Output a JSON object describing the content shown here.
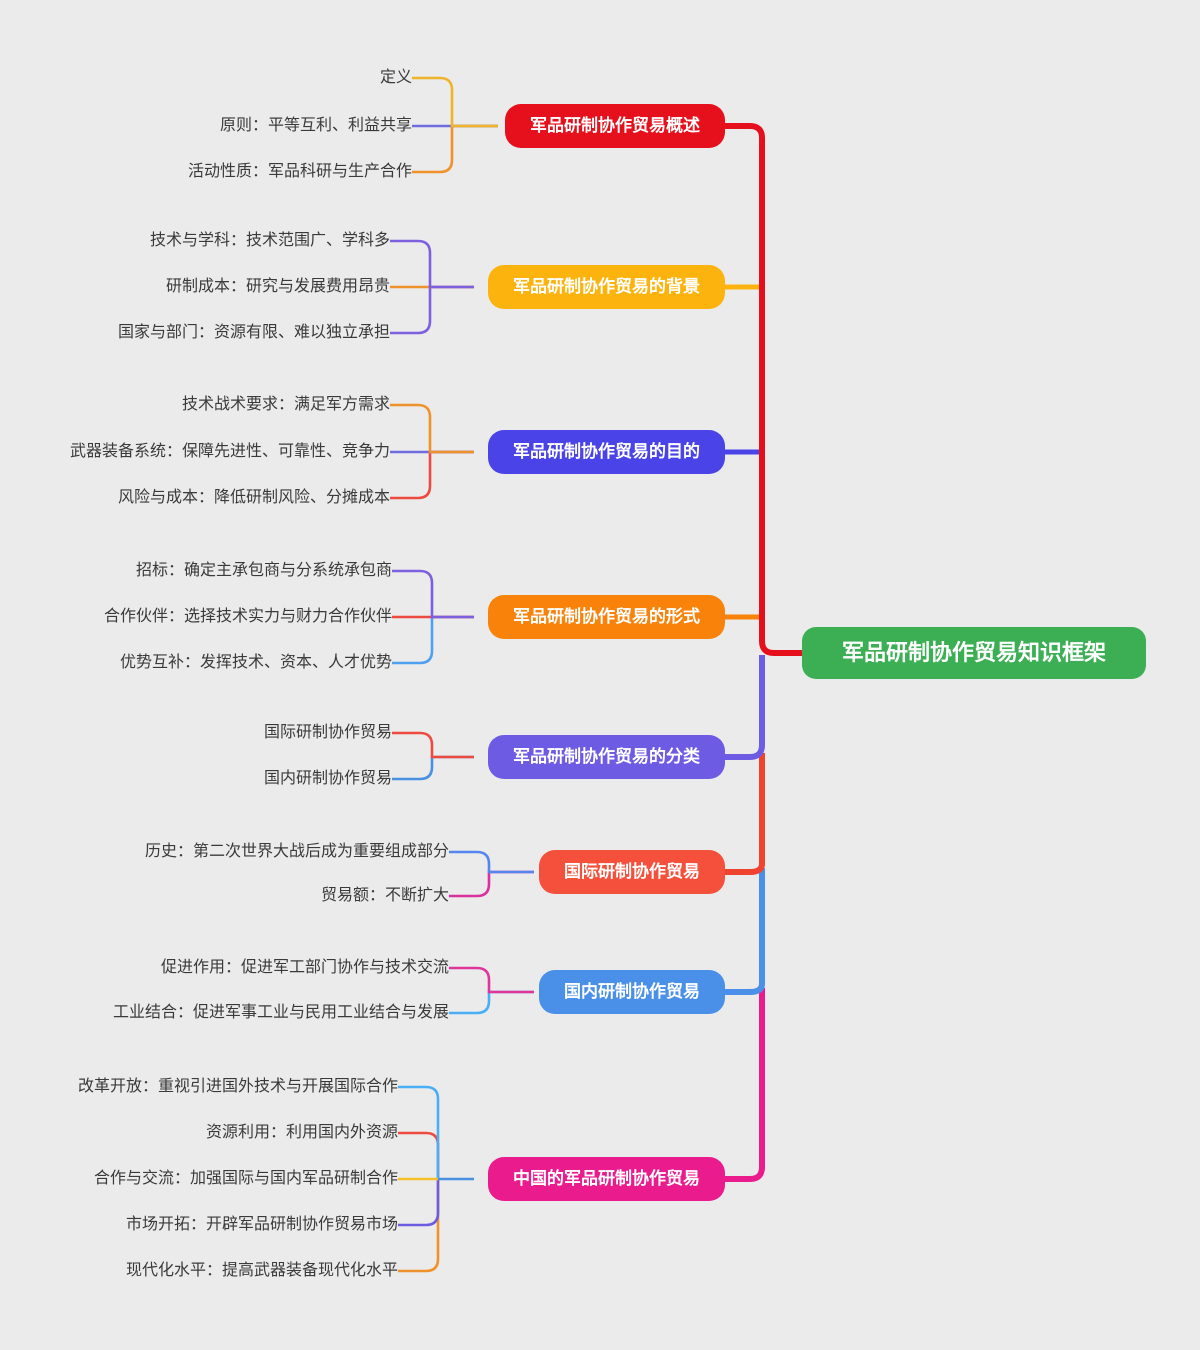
{
  "root": {
    "label": "军品研制协作贸易知识框架",
    "color": "#3caf54"
  },
  "trunk_colors": {
    "upper": "#e60f1c",
    "to_classification": "#6e5be4",
    "to_international": "#f0432f",
    "to_domestic": "#4a8fe8",
    "to_china": "#ea1b8d"
  },
  "branches": [
    {
      "label": "军品研制协作贸易概述",
      "color": "#e60f1c",
      "leaves": [
        {
          "text": "定义",
          "line_color": "#f0b42a"
        },
        {
          "text": "原则：平等互利、利益共享",
          "line_color": "#6f6ce0"
        },
        {
          "text": "活动性质：军品科研与生产合作",
          "line_color": "#f0922c"
        }
      ]
    },
    {
      "label": "军品研制协作贸易的背景",
      "color": "#fdb30d",
      "leaves": [
        {
          "text": "技术与学科：技术范围广、学科多",
          "line_color": "#7c60e0"
        },
        {
          "text": "研制成本：研究与发展费用昂贵",
          "line_color": "#f0922c"
        },
        {
          "text": "国家与部门：资源有限、难以独立承担",
          "line_color": "#7c60e0"
        }
      ]
    },
    {
      "label": "军品研制协作贸易的目的",
      "color": "#4a43e8",
      "leaves": [
        {
          "text": "技术战术要求：满足军方需求",
          "line_color": "#f0922c"
        },
        {
          "text": "武器装备系统：保障先进性、可靠性、竞争力",
          "line_color": "#6f6ce0"
        },
        {
          "text": "风险与成本：降低研制风险、分摊成本",
          "line_color": "#ee4b40"
        }
      ]
    },
    {
      "label": "军品研制协作贸易的形式",
      "color": "#f8820a",
      "leaves": [
        {
          "text": "招标：确定主承包商与分系统承包商",
          "line_color": "#7c60e0"
        },
        {
          "text": "合作伙伴：选择技术实力与财力合作伙伴",
          "line_color": "#ee4b40"
        },
        {
          "text": "优势互补：发挥技术、资本、人才优势",
          "line_color": "#4fa0f0"
        }
      ]
    },
    {
      "label": "军品研制协作贸易的分类",
      "color": "#6e5be4",
      "leaves": [
        {
          "text": "国际研制协作贸易",
          "line_color": "#ee4b40"
        },
        {
          "text": "国内研制协作贸易",
          "line_color": "#4a90e2"
        }
      ]
    },
    {
      "label": "国际研制协作贸易",
      "color": "#f5503b",
      "leaves": [
        {
          "text": "历史：第二次世界大战后成为重要组成部分",
          "line_color": "#5585ee"
        },
        {
          "text": "贸易额：不断扩大",
          "line_color": "#d9319e"
        }
      ]
    },
    {
      "label": "国内研制协作贸易",
      "color": "#4a8fe8",
      "leaves": [
        {
          "text": "促进作用：促进军工部门协作与技术交流",
          "line_color": "#e0349c"
        },
        {
          "text": "工业结合：促进军事工业与民用工业结合与发展",
          "line_color": "#49aef5"
        }
      ]
    },
    {
      "label": "中国的军品研制协作贸易",
      "color": "#ea1b8d",
      "leaves": [
        {
          "text": "改革开放：重视引进国外技术与开展国际合作",
          "line_color": "#49aef5"
        },
        {
          "text": "资源利用：利用国内外资源",
          "line_color": "#ee4b40"
        },
        {
          "text": "合作与交流：加强国际与国内军品研制合作",
          "line_color": "#f5c02c"
        },
        {
          "text": "市场开拓：开辟军品研制协作贸易市场",
          "line_color": "#6b5ce0"
        },
        {
          "text": "现代化水平：提高武器装备现代化水平",
          "line_color": "#f0922c"
        }
      ]
    }
  ]
}
